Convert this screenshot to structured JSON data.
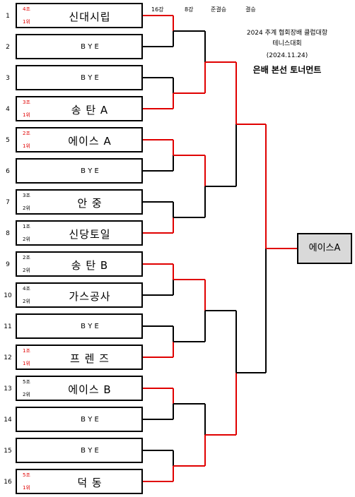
{
  "header": {
    "round16": "16강",
    "round8": "8강",
    "semi": "준결승",
    "final": "결승"
  },
  "title": {
    "line1": "2024 추계 협회장배 클럽대항",
    "line2": "테니스대회",
    "line3": "(2024.11.24)",
    "line4": "은배 본선 토너먼트"
  },
  "entries": [
    {
      "num": "1",
      "group": "4조",
      "rank": "1위",
      "name": "신대시립",
      "red": true
    },
    {
      "num": "2",
      "group": "",
      "rank": "",
      "name": "B  Y  E",
      "red": false
    },
    {
      "num": "3",
      "group": "",
      "rank": "",
      "name": "B  Y  E",
      "red": false
    },
    {
      "num": "4",
      "group": "3조",
      "rank": "1위",
      "name": "송  탄 A",
      "red": true
    },
    {
      "num": "5",
      "group": "2조",
      "rank": "1위",
      "name": "에이스 A",
      "red": true
    },
    {
      "num": "6",
      "group": "",
      "rank": "",
      "name": "B  Y  E",
      "red": false
    },
    {
      "num": "7",
      "group": "3조",
      "rank": "2위",
      "name": "안    중",
      "red": false
    },
    {
      "num": "8",
      "group": "1조",
      "rank": "2위",
      "name": "신당토일",
      "red": false
    },
    {
      "num": "9",
      "group": "2조",
      "rank": "2위",
      "name": "송  탄 B",
      "red": false
    },
    {
      "num": "10",
      "group": "4조",
      "rank": "2위",
      "name": "가스공사",
      "red": false
    },
    {
      "num": "11",
      "group": "",
      "rank": "",
      "name": "B  Y  E",
      "red": false
    },
    {
      "num": "12",
      "group": "1조",
      "rank": "1위",
      "name": "프 렌 즈",
      "red": true
    },
    {
      "num": "13",
      "group": "5조",
      "rank": "2위",
      "name": "에이스 B",
      "red": false
    },
    {
      "num": "14",
      "group": "",
      "rank": "",
      "name": "B  Y  E",
      "red": false
    },
    {
      "num": "15",
      "group": "",
      "rank": "",
      "name": "B  Y  E",
      "red": false
    },
    {
      "num": "16",
      "group": "5조",
      "rank": "1위",
      "name": "덕    동",
      "red": true
    }
  ],
  "winner": "에이스A",
  "colors": {
    "win_line": "#e00000",
    "lose_line": "#000000",
    "winner_bg": "#d9d9d9"
  }
}
